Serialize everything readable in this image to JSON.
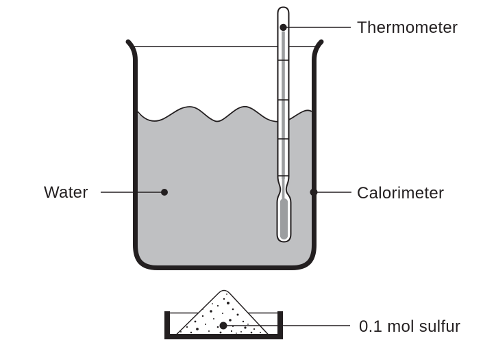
{
  "diagram": {
    "labels": {
      "thermometer": "Thermometer",
      "water": "Water",
      "calorimeter": "Calorimeter",
      "sulfur": "0.1 mol sulfur"
    },
    "colors": {
      "water_fill": "#bfc0c2",
      "mercury_fill": "#9c9ea0",
      "outline": "#231f20",
      "background": "#ffffff"
    }
  }
}
